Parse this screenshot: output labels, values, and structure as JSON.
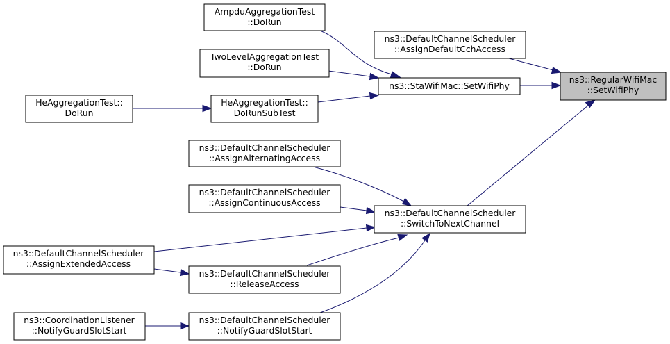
{
  "colors": {
    "edge": "#191970",
    "focus_fill": "#bfbfbf",
    "node_fill": "#ffffff",
    "node_border": "#000000"
  },
  "nodes": {
    "regular_setwifiphy": [
      "ns3::RegularWifiMac",
      "::SetWifiPhy"
    ],
    "sta_setwifiphy": [
      "ns3::StaWifiMac::SetWifiPhy"
    ],
    "ampdu_dorun": [
      "AmpduAggregationTest",
      "::DoRun"
    ],
    "twolevel_dorun": [
      "TwoLevelAggregationTest",
      "::DoRun"
    ],
    "he_dorunsubtest": [
      "HeAggregationTest::",
      "DoRunSubTest"
    ],
    "he_dorun": [
      "HeAggregationTest::",
      "DoRun"
    ],
    "dcs_assigndefaultcch": [
      "ns3::DefaultChannelScheduler",
      "::AssignDefaultCchAccess"
    ],
    "dcs_switchtonext": [
      "ns3::DefaultChannelScheduler",
      "::SwitchToNextChannel"
    ],
    "dcs_assignalternating": [
      "ns3::DefaultChannelScheduler",
      "::AssignAlternatingAccess"
    ],
    "dcs_assigncontinuous": [
      "ns3::DefaultChannelScheduler",
      "::AssignContinuousAccess"
    ],
    "dcs_assignextended": [
      "ns3::DefaultChannelScheduler",
      "::AssignExtendedAccess"
    ],
    "dcs_releaseaccess": [
      "ns3::DefaultChannelScheduler",
      "::ReleaseAccess"
    ],
    "dcs_notifyguard": [
      "ns3::DefaultChannelScheduler",
      "::NotifyGuardSlotStart"
    ],
    "coord_notifyguard": [
      "ns3::CoordinationListener",
      "::NotifyGuardSlotStart"
    ]
  },
  "edges": [
    [
      "sta_setwifiphy",
      "regular_setwifiphy"
    ],
    [
      "dcs_assigndefaultcch",
      "regular_setwifiphy"
    ],
    [
      "dcs_switchtonext",
      "regular_setwifiphy"
    ],
    [
      "ampdu_dorun",
      "sta_setwifiphy"
    ],
    [
      "twolevel_dorun",
      "sta_setwifiphy"
    ],
    [
      "he_dorunsubtest",
      "sta_setwifiphy"
    ],
    [
      "he_dorun",
      "he_dorunsubtest"
    ],
    [
      "dcs_assignalternating",
      "dcs_switchtonext"
    ],
    [
      "dcs_assigncontinuous",
      "dcs_switchtonext"
    ],
    [
      "dcs_assignextended",
      "dcs_switchtonext"
    ],
    [
      "dcs_releaseaccess",
      "dcs_switchtonext"
    ],
    [
      "dcs_notifyguard",
      "dcs_switchtonext"
    ],
    [
      "dcs_assignextended",
      "dcs_releaseaccess"
    ],
    [
      "coord_notifyguard",
      "dcs_notifyguard"
    ]
  ]
}
